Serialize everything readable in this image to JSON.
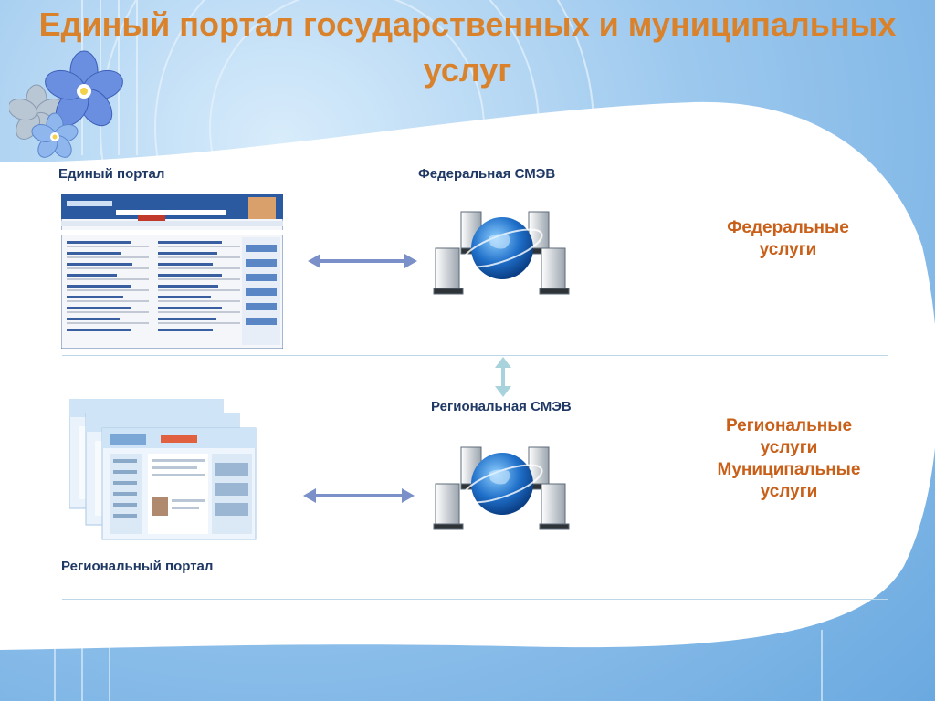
{
  "title": "Единый портал государственных и муниципальных услуг",
  "labels": {
    "unified_portal": "Единый портал",
    "federal_smev": "Федеральная СМЭВ",
    "regional_smev": "Региональная СМЭВ",
    "regional_portal": "Региональный портал"
  },
  "services": {
    "federal": [
      "Федеральные",
      "услуги"
    ],
    "regional": [
      "Региональные",
      "услуги",
      "Муниципальные",
      "услуги"
    ]
  },
  "colors": {
    "title": "#d9822b",
    "labels": "#1f3864",
    "services": "#c9601a",
    "arrow": "#7b8fc9",
    "vertical_arrow": "#a9d3dc"
  },
  "icons": [
    "flower-decoration",
    "server-cluster-globe",
    "double-arrow"
  ]
}
